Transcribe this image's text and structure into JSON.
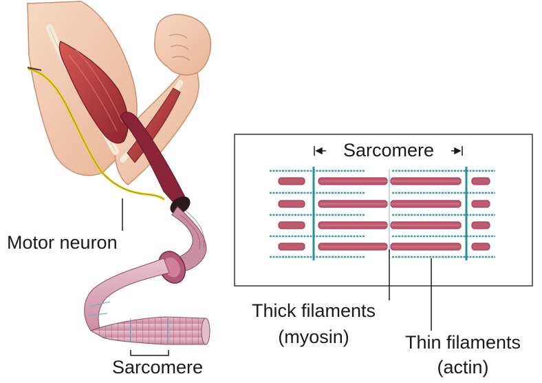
{
  "figure": {
    "labels": {
      "motor_neuron": "Motor neuron",
      "sarcomere_bottom": "Sarcomere",
      "sarcomere_inset": "Sarcomere",
      "thick_filaments_line1": "Thick filaments",
      "thick_filaments_line2": "(myosin)",
      "thin_filaments_line1": "Thin filaments",
      "thin_filaments_line2": "(actin)"
    },
    "colors": {
      "skin": "#f2c9ad",
      "muscle": "#b8383a",
      "nerve": "#e8d21e",
      "fiber": "#d9a7b8",
      "actin": "#3a9aa3",
      "myosin": "#c15a6e",
      "z_line": "#2a8f9c"
    }
  }
}
